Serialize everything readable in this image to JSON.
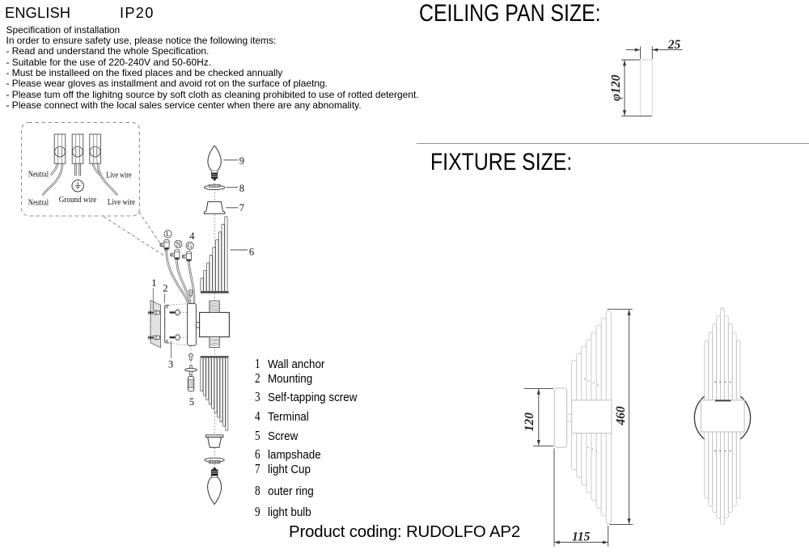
{
  "header": {
    "language": "ENGLISH",
    "ip_rating": "IP20"
  },
  "spec": {
    "title": "Specification of installation",
    "intro": "In order to ensure safety use, please notice the following items:",
    "items": [
      "- Read and understand the whole Specification.",
      "- Suitable for the use of 220-240V and 50-60Hz.",
      "- Must be installeed on the fixed places and be checked annually",
      "- Please wear gloves as installment and avoid rot on the surface of plaetng.",
      "- Please tum off the lighitng source by soft cloth as cleaning prohibited to use of rotted detergent.",
      "- Please connect with the local sales service center when there are any abnomality."
    ]
  },
  "wiring": {
    "neutral_a": "Neutral",
    "neutral_b": "Neutral",
    "ground": "Ground wire",
    "live_a": "Live wire",
    "live_b": "Live wire",
    "terminal_l": "L",
    "terminal_n": "N",
    "terminal_g": "G"
  },
  "callouts": {
    "c1": "1",
    "c2": "2",
    "c3": "3",
    "c4": "4",
    "c5": "5",
    "c6": "6",
    "c7": "7",
    "c8": "8",
    "c9": "9"
  },
  "parts": {
    "items": [
      {
        "num": "1",
        "label": "Wall anchor"
      },
      {
        "num": "2",
        "label": "Mounting"
      },
      {
        "num": "3",
        "label": "Self-tapping screw"
      },
      {
        "num": "4",
        "label": "Terminal"
      },
      {
        "num": "5",
        "label": "Screw"
      },
      {
        "num": "6",
        "label": "lampshade"
      },
      {
        "num": "7",
        "label": "light Cup"
      },
      {
        "num": "8",
        "label": "outer ring"
      },
      {
        "num": "9",
        "label": "light bulb"
      }
    ]
  },
  "ceiling_pan": {
    "heading": "CEILING PAN SIZE:",
    "width": "25",
    "diameter": "φ120"
  },
  "fixture": {
    "heading": "FIXTURE SIZE:",
    "plate_height": "120",
    "total_height": "460",
    "depth": "115"
  },
  "product": {
    "text": "Product coding: RUDOLFO AP2"
  },
  "colors": {
    "ink": "#2f2f2f",
    "light_line": "#c9c9c9",
    "dimension": "#3c3c3c",
    "divider": "#949494",
    "background": "#ffffff"
  }
}
